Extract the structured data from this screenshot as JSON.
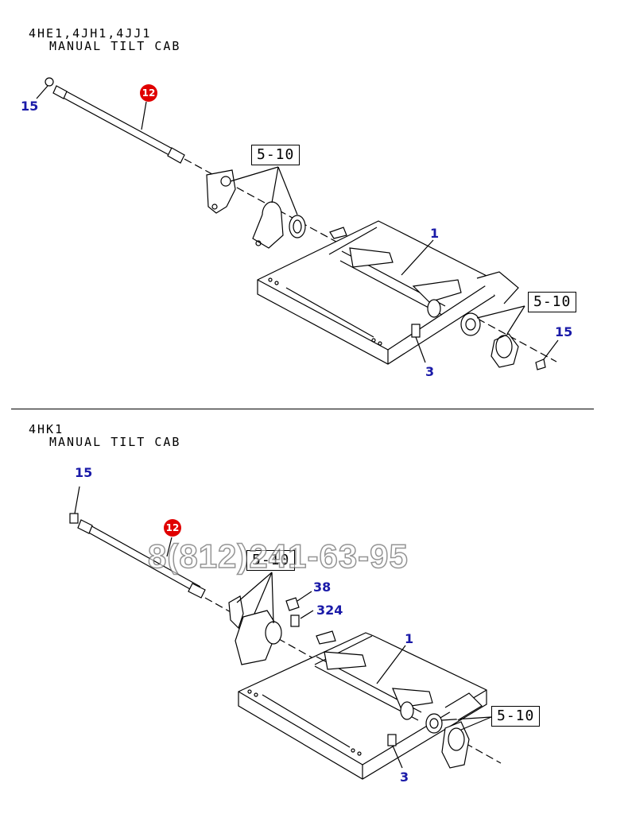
{
  "section_top": {
    "engine_label": "4HE1,4JH1,4JJ1",
    "title": "MANUAL TILT CAB",
    "callouts": {
      "c15_a": "15",
      "c12": "12",
      "c510_a": "5-10",
      "c1": "1",
      "c510_b": "5-10",
      "c15_b": "15",
      "c3": "3"
    }
  },
  "section_bottom": {
    "engine_label": "4HK1",
    "title": "MANUAL TILT CAB",
    "callouts": {
      "c15": "15",
      "c12": "12",
      "c510_a": "5-10",
      "c38": "38",
      "c324": "324",
      "c1": "1",
      "c510_b": "5-10",
      "c3": "3"
    }
  },
  "watermark": "8(812)241-63-95",
  "colors": {
    "callout_blue": "#1a1aa8",
    "callout_red": "#e00000",
    "line": "#000000"
  }
}
